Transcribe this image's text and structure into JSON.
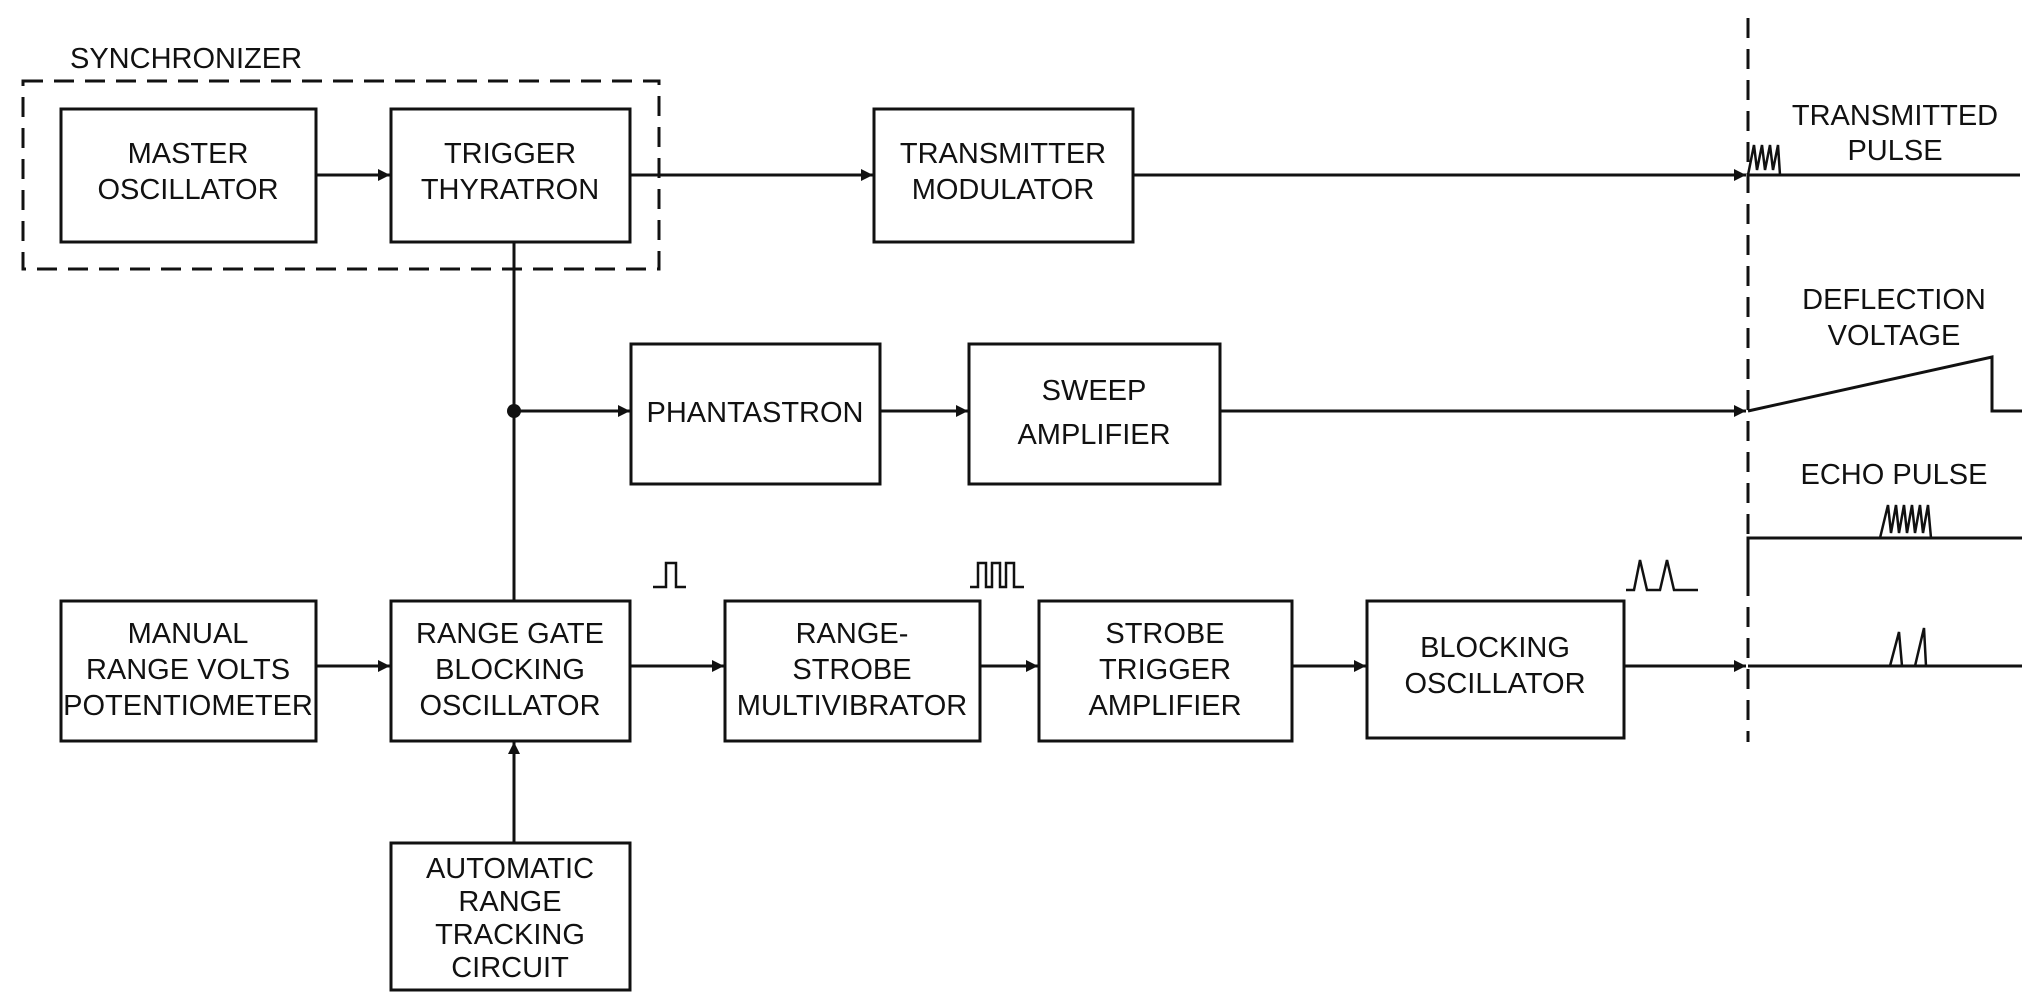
{
  "group_label": "SYNCHRONIZER",
  "blocks": {
    "master_oscillator": [
      "MASTER",
      "OSCILLATOR"
    ],
    "trigger_thyratron": [
      "TRIGGER",
      "THYRATRON"
    ],
    "transmitter_modulator": [
      "TRANSMITTER",
      "MODULATOR"
    ],
    "phantastron": [
      "PHANTASTRON"
    ],
    "sweep_amplifier": [
      "SWEEP",
      "AMPLIFIER"
    ],
    "manual_range_volts_potentiometer": [
      "MANUAL",
      "RANGE VOLTS",
      "POTENTIOMETER"
    ],
    "range_gate_blocking_oscillator": [
      "RANGE GATE",
      "BLOCKING",
      "OSCILLATOR"
    ],
    "range_strobe_multivibrator": [
      "RANGE-",
      "STROBE",
      "MULTIVIBRATOR"
    ],
    "strobe_trigger_amplifier": [
      "STROBE",
      "TRIGGER",
      "AMPLIFIER"
    ],
    "blocking_oscillator": [
      "BLOCKING",
      "OSCILLATOR"
    ],
    "automatic_range_tracking_circuit": [
      "AUTOMATIC",
      "RANGE",
      "TRACKING",
      "CIRCUIT"
    ]
  },
  "outputs": {
    "transmitted_pulse": [
      "TRANSMITTED",
      "PULSE"
    ],
    "deflection_voltage": [
      "DEFLECTION",
      "VOLTAGE"
    ],
    "echo_pulse": [
      "ECHO PULSE"
    ]
  }
}
